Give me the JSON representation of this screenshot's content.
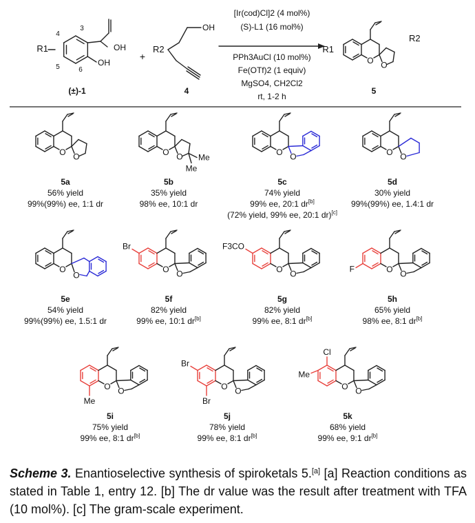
{
  "reaction": {
    "reactant1_label": "(±)-1",
    "reactant2_label": "4",
    "product_label": "5",
    "plus": "+",
    "conditions_above": [
      "[Ir(cod)Cl]2 (4 mol%)",
      "(S)-L1 (16 mol%)"
    ],
    "conditions_below": [
      "PPh3AuCl (10 mol%)",
      "Fe(OTf)2 (1 equiv)",
      "MgSO4, CH2Cl2",
      "rt, 1-2 h"
    ]
  },
  "compounds": [
    {
      "id": "5a",
      "yield": "56% yield",
      "ee": "99%(99%) ee, 1:1 dr",
      "dr_note": "",
      "extra": ""
    },
    {
      "id": "5b",
      "yield": "35% yield",
      "ee": "98% ee, 10:1 dr",
      "dr_note": "",
      "extra": ""
    },
    {
      "id": "5c",
      "yield": "74% yield",
      "ee": "99% ee, 20:1 dr",
      "dr_note": "[b]",
      "extra": "(72% yield, 99% ee, 20:1 dr)",
      "extra_note": "[c]"
    },
    {
      "id": "5d",
      "yield": "30% yield",
      "ee": "99%(99%) ee, 1.4:1 dr",
      "dr_note": "",
      "extra": ""
    },
    {
      "id": "5e",
      "yield": "54% yield",
      "ee": "99%(99%) ee, 1.5:1 dr",
      "dr_note": "",
      "extra": ""
    },
    {
      "id": "5f",
      "yield": "82% yield",
      "ee": "99% ee, 10:1 dr",
      "dr_note": "[b]",
      "extra": ""
    },
    {
      "id": "5g",
      "yield": "82% yield",
      "ee": "99% ee, 8:1 dr",
      "dr_note": "[b]",
      "extra": ""
    },
    {
      "id": "5h",
      "yield": "65% yield",
      "ee": "98% ee, 8:1 dr",
      "dr_note": "[b]",
      "extra": ""
    },
    {
      "id": "5i",
      "yield": "75% yield",
      "ee": "99% ee, 8:1 dr",
      "dr_note": "[b]",
      "extra": ""
    },
    {
      "id": "5j",
      "yield": "78% yield",
      "ee": "99% ee, 8:1 dr",
      "dr_note": "[b]",
      "extra": ""
    },
    {
      "id": "5k",
      "yield": "68% yield",
      "ee": "99% ee, 9:1 dr",
      "dr_note": "[b]",
      "extra": ""
    }
  ],
  "substituent_labels": {
    "me": "Me",
    "br": "Br",
    "f": "F",
    "cl": "Cl",
    "ocf3": "F3CO",
    "o": "O",
    "oh": "OH",
    "r1": "R1",
    "r2": "R2"
  },
  "caption": {
    "label": "Scheme 3.",
    "title": " Enantioselective synthesis of spiroketals 5.",
    "note_a_mark": "[a]",
    "note_a": " [a] Reaction conditions as stated in Table 1, entry 12. [b] The dr value was the result after treatment with TFA (10 mol%). [c] The gram-scale experiment."
  },
  "colors": {
    "text": "#111111",
    "highlight_red": "#e8413c",
    "highlight_blue": "#2a2ad6"
  }
}
